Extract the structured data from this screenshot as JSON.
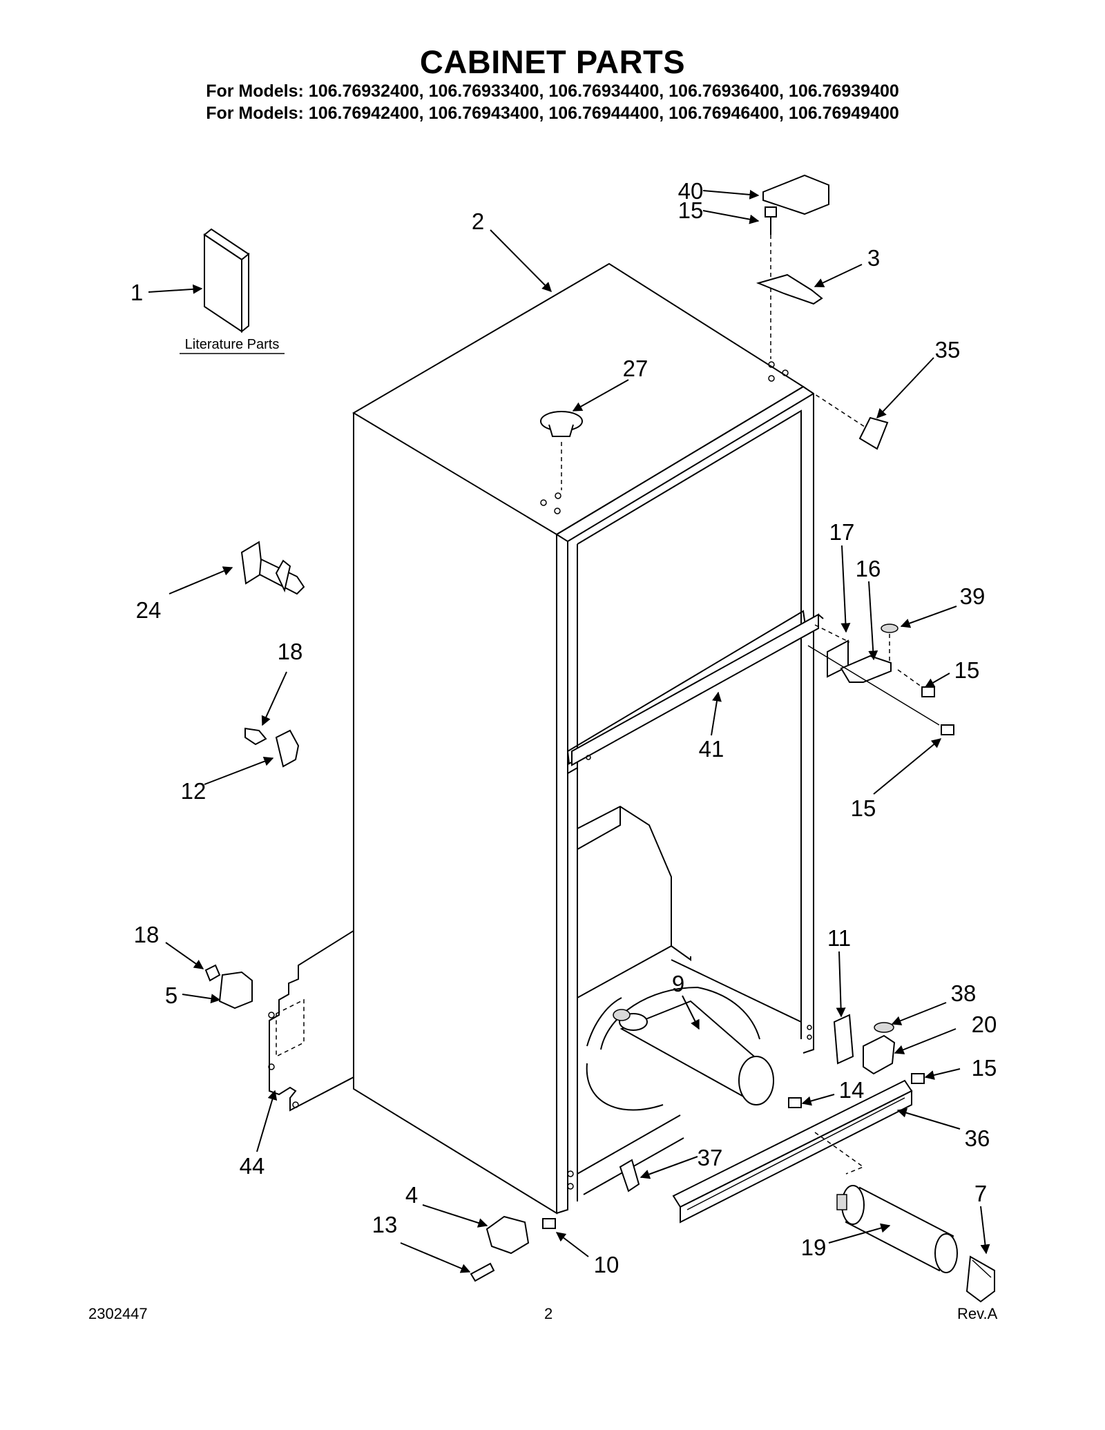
{
  "header": {
    "title": "CABINET PARTS",
    "models_line_1": "For Models: 106.76932400, 106.76933400, 106.76934400, 106.76936400, 106.76939400",
    "models_line_2": "For Models: 106.76942400, 106.76943400, 106.76944400, 106.76946400, 106.76949400"
  },
  "literature_label": "Literature Parts",
  "callouts": {
    "c1": "1",
    "c2": "2",
    "c3": "3",
    "c4": "4",
    "c5": "5",
    "c7": "7",
    "c9": "9",
    "c10": "10",
    "c11": "11",
    "c12": "12",
    "c13": "13",
    "c14": "14",
    "c15a": "15",
    "c15b": "15",
    "c15c": "15",
    "c15d": "15",
    "c16": "16",
    "c17": "17",
    "c18a": "18",
    "c18b": "18",
    "c19": "19",
    "c20": "20",
    "c24": "24",
    "c27": "27",
    "c35": "35",
    "c36": "36",
    "c37": "37",
    "c38": "38",
    "c39": "39",
    "c40": "40",
    "c41": "41",
    "c44": "44"
  },
  "footer": {
    "doc_number": "2302447",
    "page_number": "2",
    "revision": "Rev.A"
  }
}
